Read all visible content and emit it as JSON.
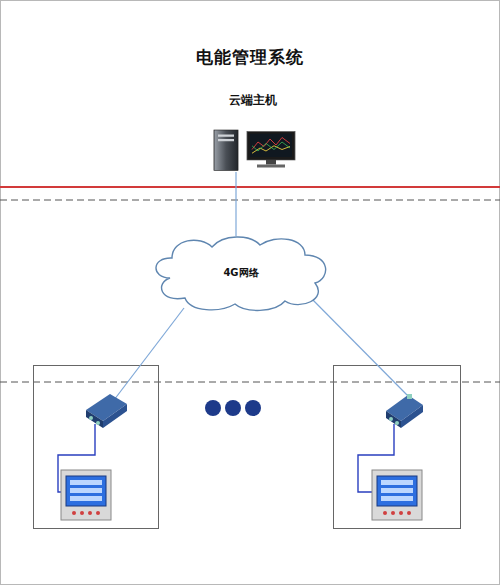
{
  "diagram": {
    "title": "电能管理系统",
    "nodes": [
      {
        "text": [
          "云端主机"
        ]
      },
      {
        "text": [
          "4G网络"
        ]
      }
    ],
    "edges": [
      {
        "from": 0,
        "to": 1,
        "arrow": "none"
      }
    ]
  }
}
